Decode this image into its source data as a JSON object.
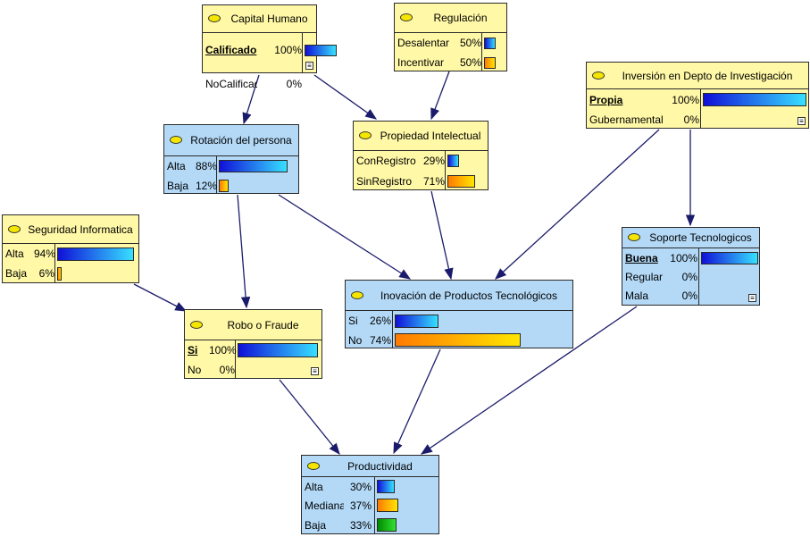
{
  "nodes": {
    "capital_humano": {
      "title": "Capital Humano",
      "states": [
        {
          "label": "Calificado",
          "pct": "100%",
          "value": 100,
          "color": "blue",
          "selected": true
        },
        {
          "label": "NoCalificado",
          "pct": "0%",
          "value": 0,
          "color": "orange",
          "selected": false
        }
      ]
    },
    "regulacion": {
      "title": "Regulación",
      "states": [
        {
          "label": "Desalentar",
          "pct": "50%",
          "value": 50,
          "color": "blue",
          "selected": false
        },
        {
          "label": "Incentivar",
          "pct": "50%",
          "value": 50,
          "color": "orange",
          "selected": false
        }
      ]
    },
    "inversion": {
      "title": "Inversión en Depto de Investigación",
      "states": [
        {
          "label": "Propia",
          "pct": "100%",
          "value": 100,
          "color": "blue",
          "selected": true
        },
        {
          "label": "Gubernamental",
          "pct": "0%",
          "value": 0,
          "color": "orange",
          "selected": false
        }
      ]
    },
    "rotacion": {
      "title": "Rotación del persona",
      "states": [
        {
          "label": "Alta",
          "pct": "88%",
          "value": 88,
          "color": "blue",
          "selected": false
        },
        {
          "label": "Baja",
          "pct": "12%",
          "value": 12,
          "color": "orange",
          "selected": false
        }
      ]
    },
    "propiedad": {
      "title": "Propiedad Intelectual",
      "states": [
        {
          "label": "ConRegistro",
          "pct": "29%",
          "value": 29,
          "color": "blue",
          "selected": false
        },
        {
          "label": "SinRegistro",
          "pct": "71%",
          "value": 71,
          "color": "orange",
          "selected": false
        }
      ]
    },
    "seguridad": {
      "title": "Seguridad Informatica",
      "states": [
        {
          "label": "Alta",
          "pct": "94%",
          "value": 94,
          "color": "blue",
          "selected": false
        },
        {
          "label": "Baja",
          "pct": "6%",
          "value": 6,
          "color": "orange",
          "selected": false
        }
      ]
    },
    "soporte": {
      "title": "Soporte Tecnologicos",
      "states": [
        {
          "label": "Buena",
          "pct": "100%",
          "value": 100,
          "color": "blue",
          "selected": true
        },
        {
          "label": "Regular",
          "pct": "0%",
          "value": 0,
          "color": "orange",
          "selected": false
        },
        {
          "label": "Mala",
          "pct": "0%",
          "value": 0,
          "color": "green",
          "selected": false
        }
      ]
    },
    "inovacion": {
      "title": "Inovación de Productos Tecnológicos",
      "states": [
        {
          "label": "Si",
          "pct": "26%",
          "value": 26,
          "color": "blue",
          "selected": false
        },
        {
          "label": "No",
          "pct": "74%",
          "value": 74,
          "color": "orange",
          "selected": false
        }
      ]
    },
    "robo": {
      "title": "Robo o Fraude",
      "states": [
        {
          "label": "Si",
          "pct": "100%",
          "value": 100,
          "color": "blue",
          "selected": true
        },
        {
          "label": "No",
          "pct": "0%",
          "value": 0,
          "color": "orange",
          "selected": false
        }
      ]
    },
    "productividad": {
      "title": "Productividad",
      "states": [
        {
          "label": "Alta",
          "pct": "30%",
          "value": 30,
          "color": "blue",
          "selected": false
        },
        {
          "label": "Mediana",
          "pct": "37%",
          "value": 37,
          "color": "orange",
          "selected": false
        },
        {
          "label": "Baja",
          "pct": "33%",
          "value": 33,
          "color": "green",
          "selected": false
        }
      ]
    }
  },
  "edges": [
    {
      "from": "capital_humano",
      "to": "rotacion"
    },
    {
      "from": "capital_humano",
      "to": "propiedad"
    },
    {
      "from": "regulacion",
      "to": "propiedad"
    },
    {
      "from": "inversion",
      "to": "inovacion"
    },
    {
      "from": "inversion",
      "to": "soporte"
    },
    {
      "from": "rotacion",
      "to": "robo"
    },
    {
      "from": "rotacion",
      "to": "inovacion"
    },
    {
      "from": "propiedad",
      "to": "inovacion"
    },
    {
      "from": "seguridad",
      "to": "robo"
    },
    {
      "from": "robo",
      "to": "productividad"
    },
    {
      "from": "inovacion",
      "to": "productividad"
    },
    {
      "from": "soporte",
      "to": "productividad"
    }
  ],
  "colors": {
    "node_root": "#fff8a6",
    "node_child": "#b3d9f7",
    "edge": "#1b1b6b",
    "oval": "#f5e600"
  }
}
